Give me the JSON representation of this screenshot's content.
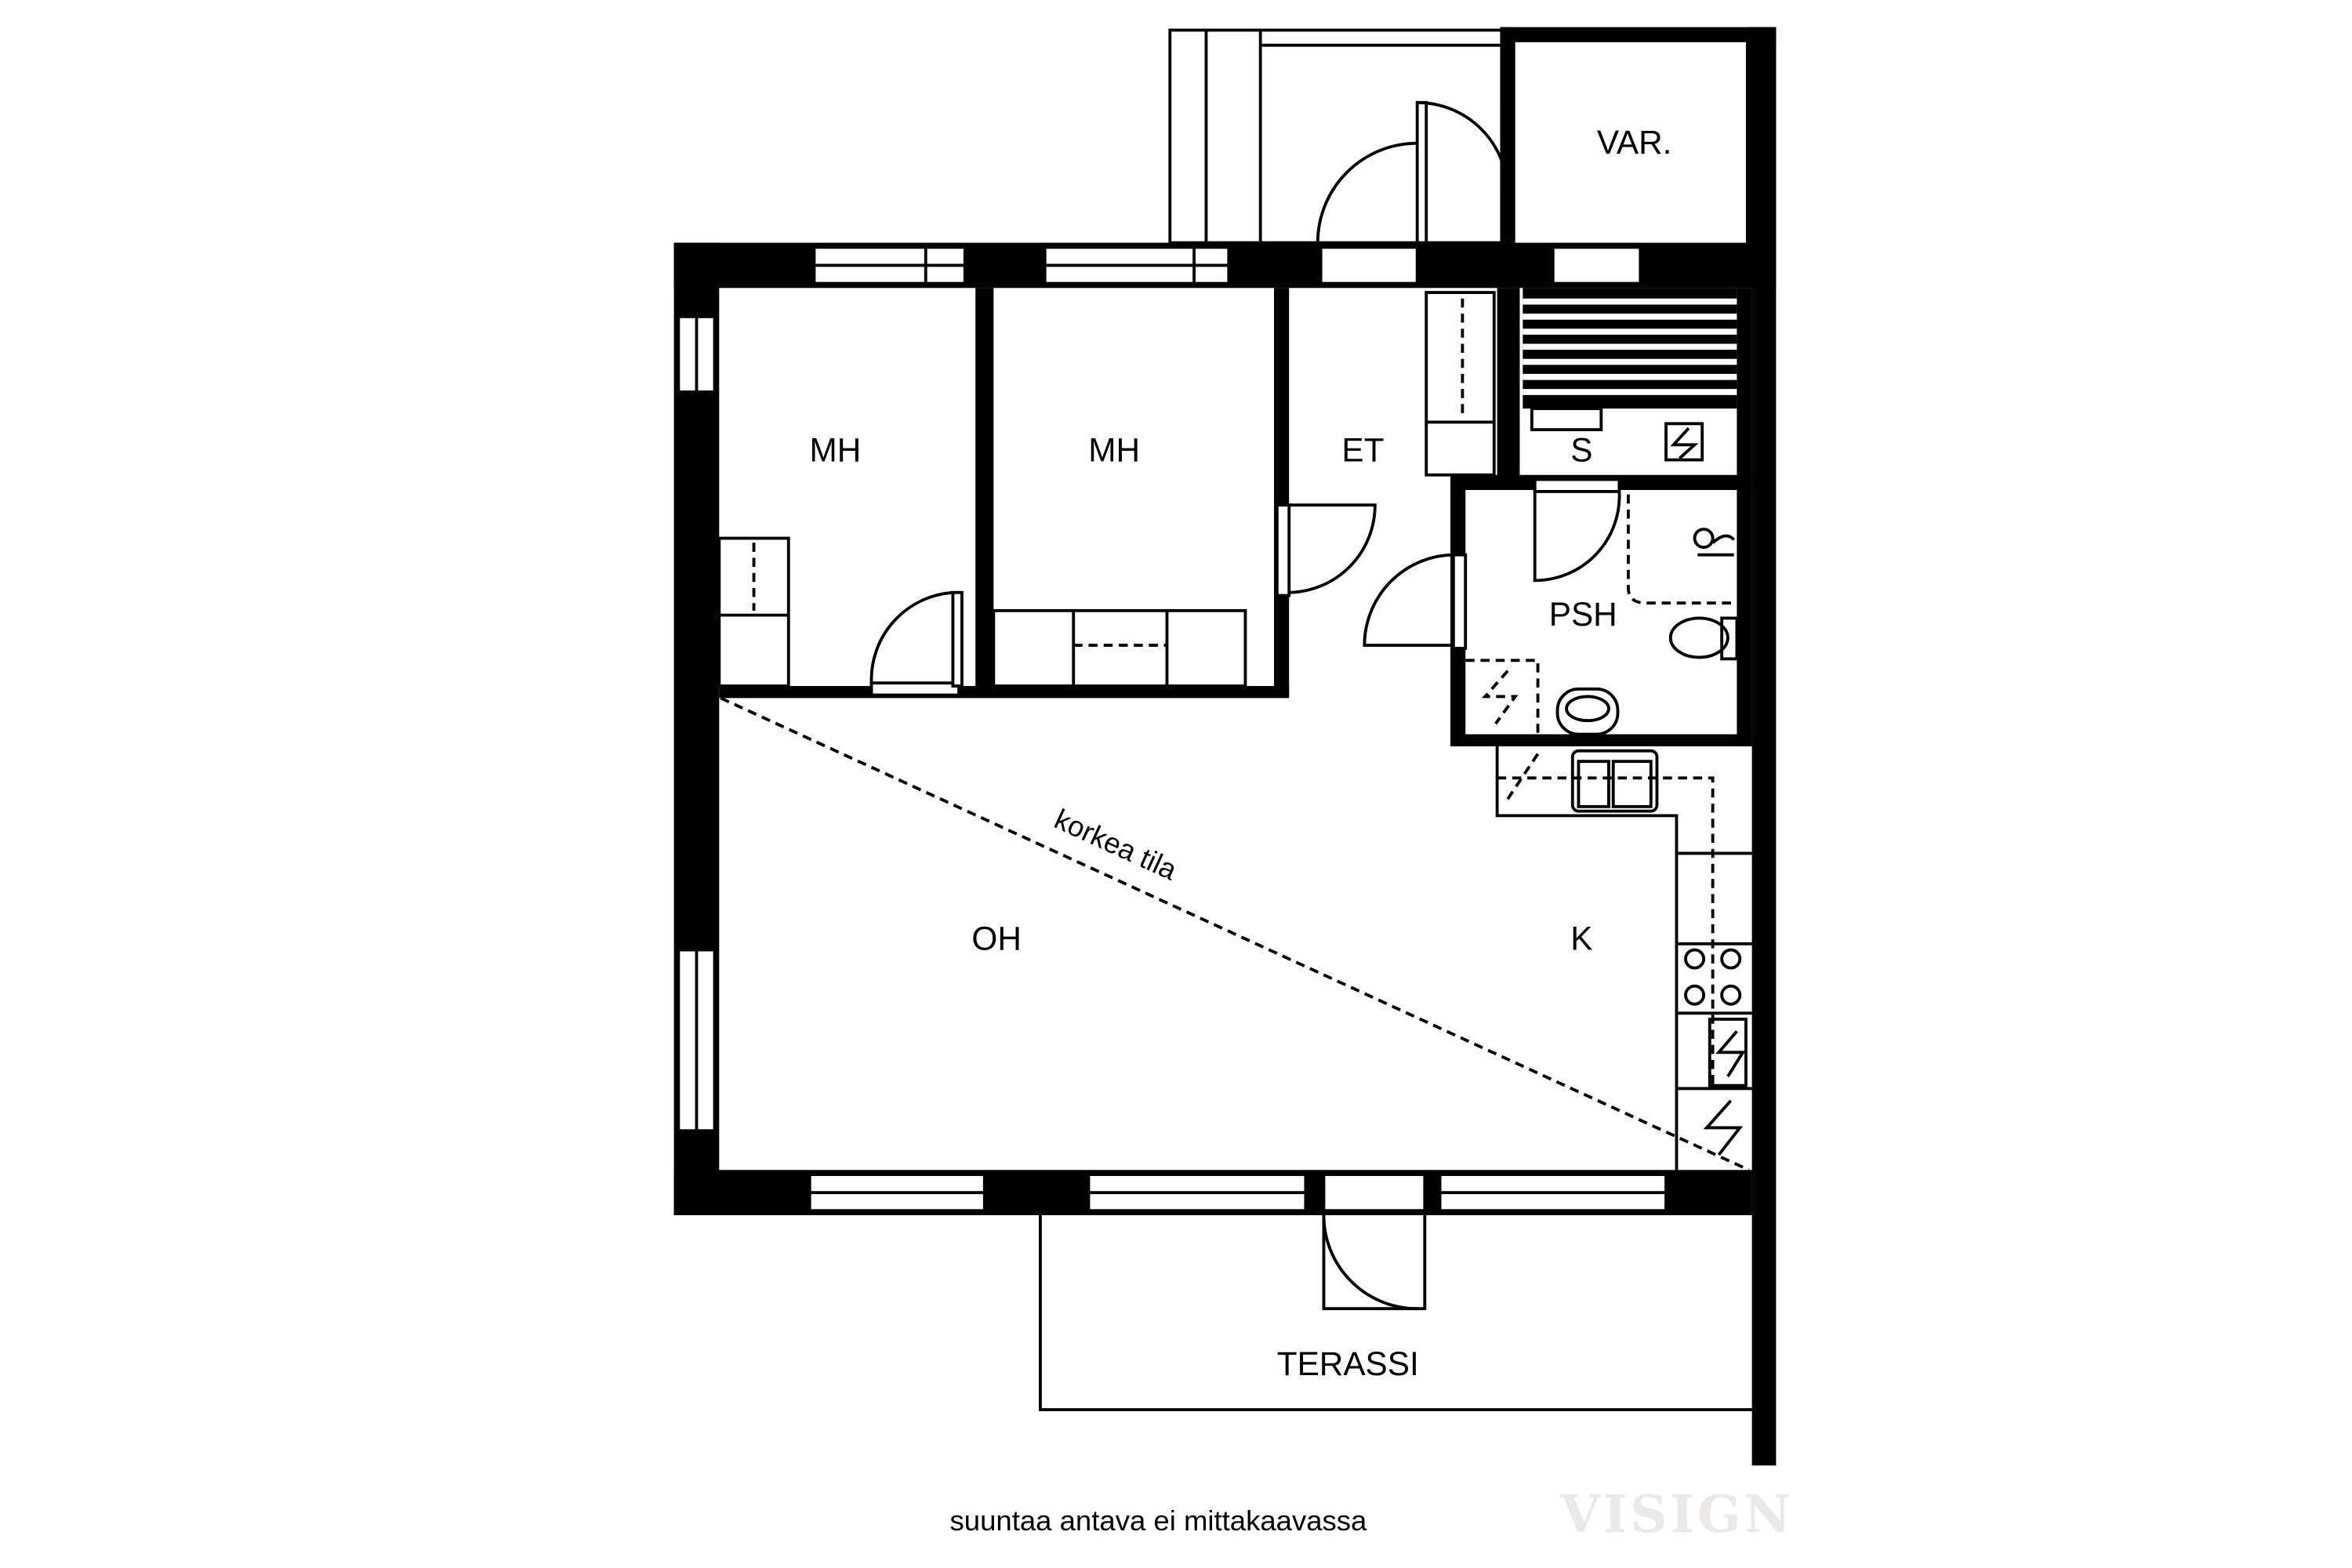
{
  "rooms": {
    "mh1": "MH",
    "mh2": "MH",
    "et": "ET",
    "var": "VAR.",
    "s": "S",
    "psh": "PSH",
    "oh": "OH",
    "k": "K",
    "terassi": "TERASSI"
  },
  "annotation": "korkea tila",
  "footer_note": "suuntaa antava ei mittakaavassa",
  "watermark": "VISIGN"
}
